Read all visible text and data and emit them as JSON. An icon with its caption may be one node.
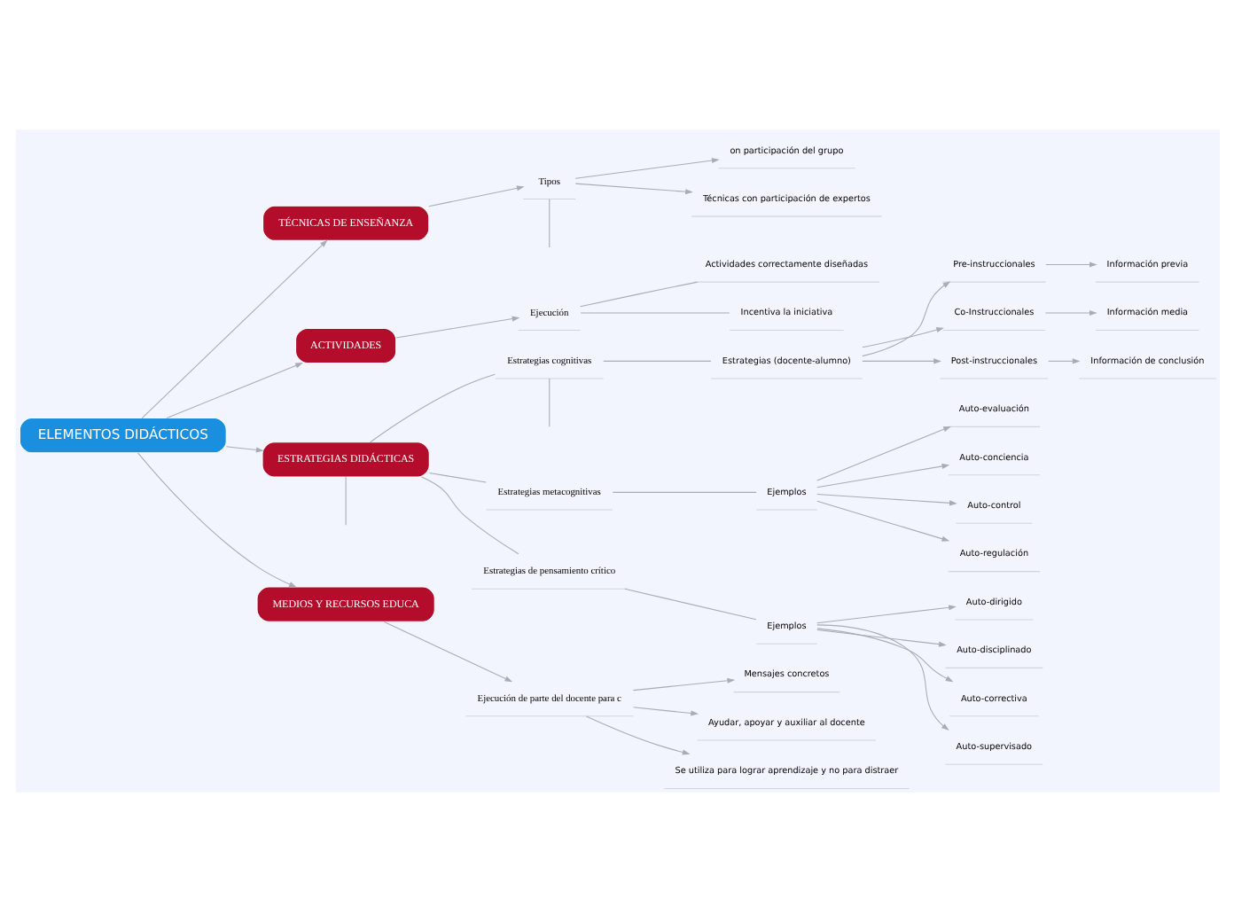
{
  "diagram": {
    "nodes": [
      {
        "text": [
          "ELEMENTOS DIDÁCTICOS"
        ]
      },
      {
        "text": [
          "TÉCNICAS DE ENSEÑANZA"
        ]
      },
      {
        "text": [
          "Tipos"
        ]
      },
      {
        "text": [
          "on participación del grupo"
        ]
      },
      {
        "text": [
          "Técnicas con participación de expertos"
        ]
      },
      {
        "text": [
          "ACTIVIDADES"
        ]
      },
      {
        "text": [
          "Ejecución"
        ]
      },
      {
        "text": [
          "Actividades correctamente diseñadas"
        ]
      },
      {
        "text": [
          "Incentiva la iniciativa"
        ]
      },
      {
        "text": [
          "ESTRATEGIAS DIDÁCTICAS"
        ]
      },
      {
        "text": [
          "Estrategias cognitivas"
        ]
      },
      {
        "text": [
          "Estrategias (docente-alumno)"
        ]
      },
      {
        "text": [
          "Pre-instruccionales"
        ]
      },
      {
        "text": [
          "Co-Instruccionales"
        ]
      },
      {
        "text": [
          "Post-instruccionales"
        ]
      },
      {
        "text": [
          "Información previa"
        ]
      },
      {
        "text": [
          "Información media"
        ]
      },
      {
        "text": [
          "Información de conclusión"
        ]
      },
      {
        "text": [
          "Estrategias metacognitivas"
        ]
      },
      {
        "text": [
          "Ejemplos"
        ]
      },
      {
        "text": [
          "Auto-evaluación"
        ]
      },
      {
        "text": [
          "Auto-conciencia"
        ]
      },
      {
        "text": [
          "Auto-control"
        ]
      },
      {
        "text": [
          "Auto-regulación"
        ]
      },
      {
        "text": [
          "Estrategias de pensamiento crítico"
        ]
      },
      {
        "text": [
          "Ejemplos"
        ]
      },
      {
        "text": [
          "Auto-dirigido"
        ]
      },
      {
        "text": [
          "Auto-disciplinado"
        ]
      },
      {
        "text": [
          "Auto-correctiva"
        ]
      },
      {
        "text": [
          "Auto-supervisado"
        ]
      },
      {
        "text": [
          "MEDIOS Y RECURSOS EDUCA"
        ]
      },
      {
        "text": [
          "Ejecución de parte del docente para c"
        ]
      },
      {
        "text": [
          "Mensajes concretos"
        ]
      },
      {
        "text": [
          "Ayudar, apoyar y auxiliar al docente"
        ]
      },
      {
        "text": [
          "Se utiliza para lograr aprendizaje y no para distraer"
        ]
      }
    ],
    "edges": [
      {
        "from": 0,
        "to": 1,
        "arrow": "to"
      },
      {
        "from": 1,
        "to": 2,
        "arrow": "to"
      },
      {
        "from": 2,
        "to": null,
        "arrow": "none"
      },
      {
        "from": 2,
        "to": 3,
        "arrow": "to"
      },
      {
        "from": 2,
        "to": 4,
        "arrow": "to"
      },
      {
        "from": 0,
        "to": 5,
        "arrow": "to"
      },
      {
        "from": 5,
        "to": 6,
        "arrow": "to"
      },
      {
        "from": 6,
        "to": 7,
        "arrow": "none"
      },
      {
        "from": 6,
        "to": 8,
        "arrow": "none"
      },
      {
        "from": 0,
        "to": 9,
        "arrow": "to"
      },
      {
        "from": 9,
        "to": null,
        "arrow": "none"
      },
      {
        "from": 9,
        "to": 10,
        "arrow": "none"
      },
      {
        "from": 10,
        "to": null,
        "arrow": "none"
      },
      {
        "from": 10,
        "to": 11,
        "arrow": "none"
      },
      {
        "from": 11,
        "to": 12,
        "arrow": "to"
      },
      {
        "from": 11,
        "to": 13,
        "arrow": "to"
      },
      {
        "from": 11,
        "to": 14,
        "arrow": "to"
      },
      {
        "from": 12,
        "to": 15,
        "arrow": "to"
      },
      {
        "from": 13,
        "to": 16,
        "arrow": "to"
      },
      {
        "from": 14,
        "to": 17,
        "arrow": "to"
      },
      {
        "from": 9,
        "to": 18,
        "arrow": "none"
      },
      {
        "from": 18,
        "to": 19,
        "arrow": "none"
      },
      {
        "from": 19,
        "to": 20,
        "arrow": "to"
      },
      {
        "from": 19,
        "to": 21,
        "arrow": "to"
      },
      {
        "from": 19,
        "to": 22,
        "arrow": "to"
      },
      {
        "from": 19,
        "to": 23,
        "arrow": "to"
      },
      {
        "from": 9,
        "to": 24,
        "arrow": "none"
      },
      {
        "from": 24,
        "to": 25,
        "arrow": "none"
      },
      {
        "from": 25,
        "to": 26,
        "arrow": "to"
      },
      {
        "from": 25,
        "to": 27,
        "arrow": "to"
      },
      {
        "from": 25,
        "to": 28,
        "arrow": "to"
      },
      {
        "from": 25,
        "to": 29,
        "arrow": "to"
      },
      {
        "from": 0,
        "to": 30,
        "arrow": "to"
      },
      {
        "from": 30,
        "to": 31,
        "arrow": "to"
      },
      {
        "from": 31,
        "to": 32,
        "arrow": "to"
      },
      {
        "from": 31,
        "to": 33,
        "arrow": "to"
      },
      {
        "from": 31,
        "to": 34,
        "arrow": "to"
      }
    ]
  }
}
